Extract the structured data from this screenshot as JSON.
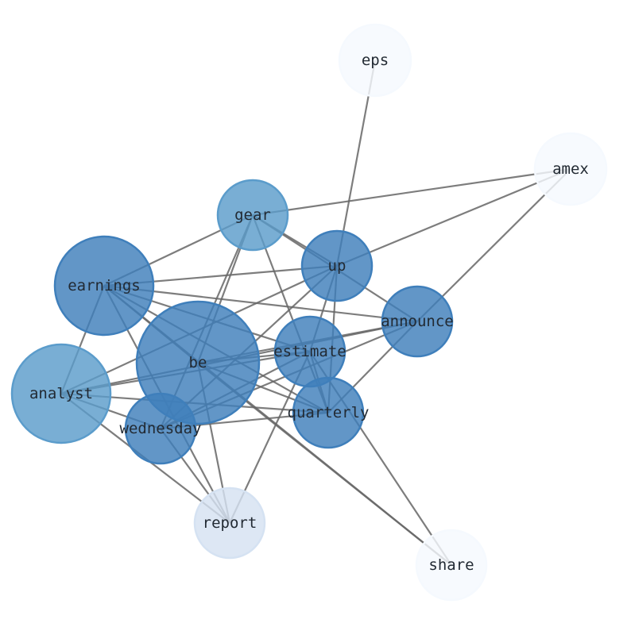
{
  "graph": {
    "nodes": [
      {
        "id": "eps",
        "label": "eps",
        "color": "#f5f9fe"
      },
      {
        "id": "amex",
        "label": "amex",
        "color": "#f5f9fe"
      },
      {
        "id": "gear",
        "label": "gear",
        "color": "#5b9ccb"
      },
      {
        "id": "up",
        "label": "up",
        "color": "#3f7fbb"
      },
      {
        "id": "earnings",
        "label": "earnings",
        "color": "#3f7fbb"
      },
      {
        "id": "announce",
        "label": "announce",
        "color": "#3f7fbb"
      },
      {
        "id": "be",
        "label": "be",
        "color": "#3f7fbb"
      },
      {
        "id": "estimate",
        "label": "estimate",
        "color": "#3f7fbb"
      },
      {
        "id": "analyst",
        "label": "analyst",
        "color": "#5b9ccb"
      },
      {
        "id": "quarterly",
        "label": "quarterly",
        "color": "#3f7fbb"
      },
      {
        "id": "wednesday",
        "label": "wednesday",
        "color": "#3f7fbb"
      },
      {
        "id": "report",
        "label": "report",
        "color": "#d5e2f2"
      },
      {
        "id": "share",
        "label": "share",
        "color": "#f5f9fe"
      }
    ],
    "edges": [
      [
        "gear",
        "amex"
      ],
      [
        "up",
        "amex"
      ],
      [
        "announce",
        "amex"
      ],
      [
        "up",
        "eps"
      ],
      [
        "gear",
        "earnings"
      ],
      [
        "gear",
        "be"
      ],
      [
        "gear",
        "wednesday"
      ],
      [
        "gear",
        "quarterly"
      ],
      [
        "gear",
        "up"
      ],
      [
        "gear",
        "announce"
      ],
      [
        "earnings",
        "up"
      ],
      [
        "earnings",
        "announce"
      ],
      [
        "earnings",
        "estimate"
      ],
      [
        "earnings",
        "be"
      ],
      [
        "earnings",
        "quarterly"
      ],
      [
        "earnings",
        "analyst"
      ],
      [
        "earnings",
        "report"
      ],
      [
        "earnings",
        "share"
      ],
      [
        "up",
        "analyst"
      ],
      [
        "up",
        "wednesday"
      ],
      [
        "up",
        "quarterly"
      ],
      [
        "up",
        "estimate"
      ],
      [
        "be",
        "announce"
      ],
      [
        "be",
        "estimate"
      ],
      [
        "be",
        "quarterly"
      ],
      [
        "be",
        "report"
      ],
      [
        "be",
        "share"
      ],
      [
        "analyst",
        "announce"
      ],
      [
        "analyst",
        "estimate"
      ],
      [
        "analyst",
        "quarterly"
      ],
      [
        "analyst",
        "wednesday"
      ],
      [
        "analyst",
        "report"
      ],
      [
        "estimate",
        "wednesday"
      ],
      [
        "estimate",
        "quarterly"
      ],
      [
        "estimate",
        "share"
      ],
      [
        "estimate",
        "report"
      ],
      [
        "announce",
        "wednesday"
      ],
      [
        "announce",
        "quarterly"
      ],
      [
        "wednesday",
        "quarterly"
      ],
      [
        "wednesday",
        "report"
      ]
    ],
    "edge_color": "#666666"
  }
}
